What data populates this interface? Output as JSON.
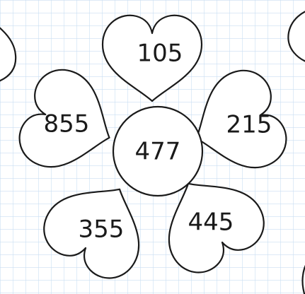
{
  "flower": {
    "center": "477",
    "petals": {
      "top": "105",
      "right": "215",
      "bottom_right": "445",
      "bottom_left": "355",
      "left": "855"
    }
  },
  "colors": {
    "grid": "#c9def2",
    "outline": "#1a1a1a",
    "fill": "#ffffff"
  }
}
